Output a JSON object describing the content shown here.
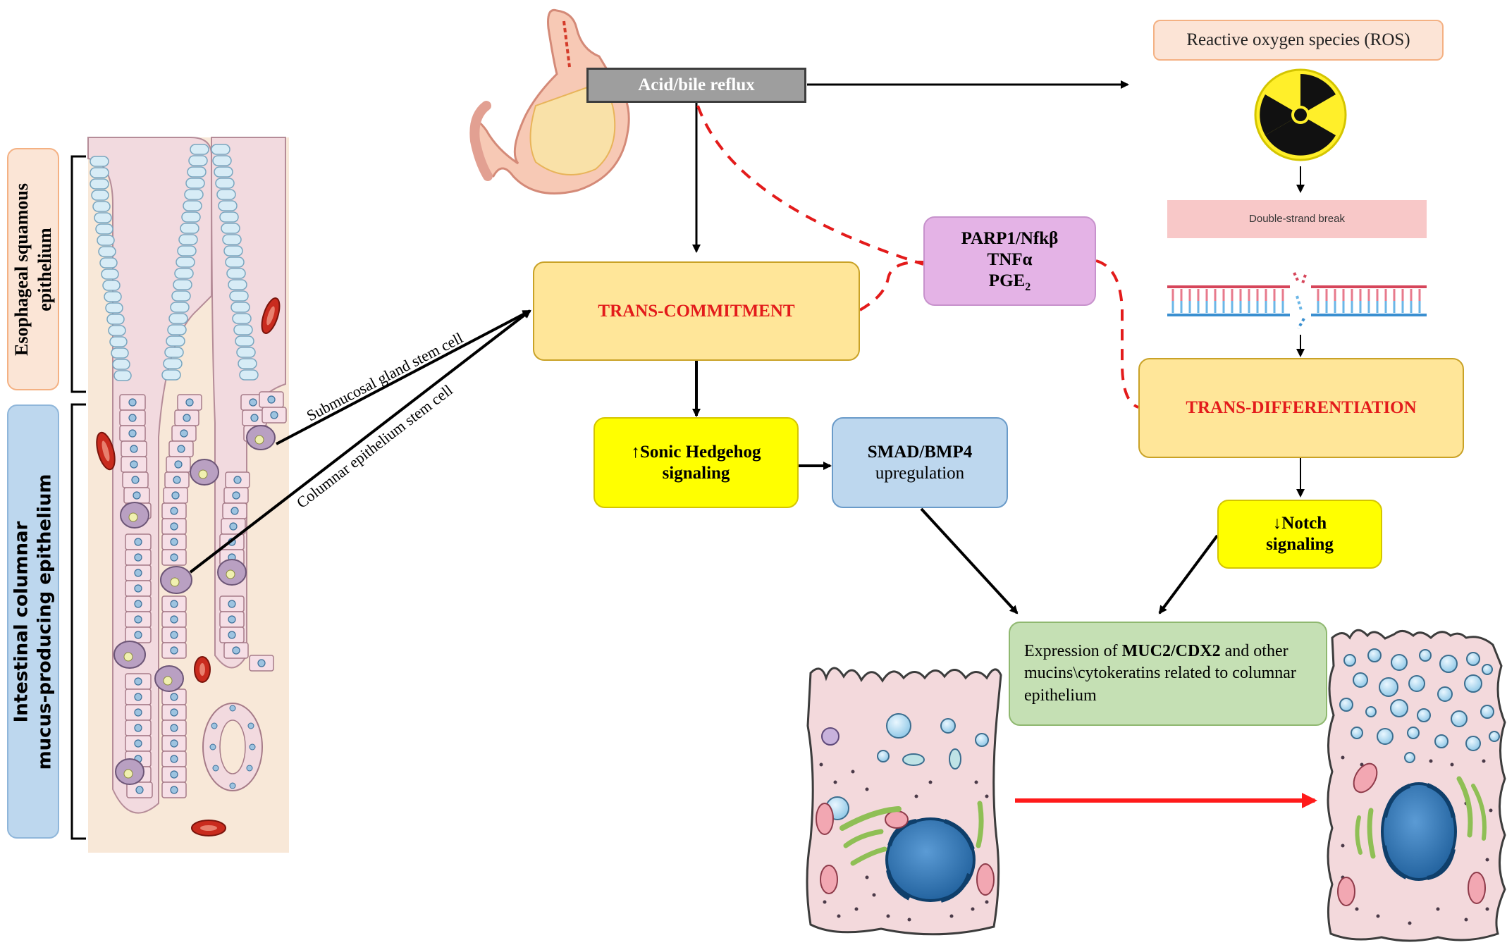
{
  "labels": {
    "acid_bile": "Acid/bile reflux",
    "ros": "Reactive oxygen species (ROS)",
    "double_strand": "Double-strand break",
    "parp_line1": "PARP1/Nfkβ",
    "parp_line2": "TNFα",
    "parp_line3": "PGE",
    "parp_sub": "2",
    "trans_commitment": "TRANS-COMMITMENT",
    "trans_differentiation": "TRANS-DIFFERENTIATION",
    "shh_line1": "↑Sonic Hedgehog",
    "shh_line2": "signaling",
    "smad_line1": "SMAD/BMP4",
    "smad_line2": "upregulation",
    "notch_line1": "↓Notch",
    "notch_line2": "signaling",
    "expr_prefix": "Expression of ",
    "expr_bold": "MUC2/CDX2",
    "expr_suffix": " and other mucins\\cytokeratins related to columnar epithelium",
    "esophageal_line1": "Esophageal squamous",
    "esophageal_line2": "epithelium",
    "intestinal_line1": "Intestinal columnar",
    "intestinal_line2": "mucus-producing epithelium",
    "submucosal": "Submucosal gland stem cell",
    "columnar_stem": "Columnar epithelium stem cell"
  },
  "colors": {
    "gray_box": "#9e9e9e",
    "ros_fill": "#fce4d6",
    "ros_border": "#f4b183",
    "pink_band": "#f8c8c8",
    "orange_box": "#ffe699",
    "orange_border": "#c9a227",
    "parp_box": "#e4b3e6",
    "yellow_box": "#ffff00",
    "blue_box": "#bdd7ee",
    "green_box": "#c5e0b4",
    "label_orange": "#fbe5d6",
    "label_blue": "#bdd7ee",
    "accent_red": "#e31b1b",
    "tissue": "#f8e8d8"
  }
}
